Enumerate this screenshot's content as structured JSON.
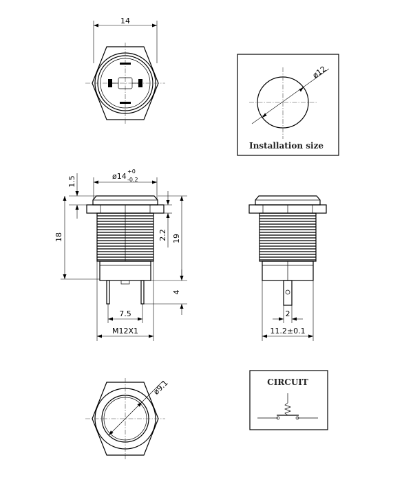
{
  "top_view": {
    "width_dim": "14"
  },
  "installation": {
    "diameter_dim": "ø12",
    "caption": "Installation size"
  },
  "side_view": {
    "head_thickness_dim": "1.5",
    "head_diameter_dim": "ø14",
    "head_tol_upper": "+0",
    "head_tol_lower": "-0.2",
    "total_length_dim": "18",
    "body_length_dim": "19",
    "nut_dim": "2.2",
    "terminal_length_dim": "4",
    "pin_spacing_dim": "7.5",
    "thread_dim": "M12X1"
  },
  "side_view_2": {
    "terminal_width_dim": "2",
    "body_width_dim": "11.2±0.1"
  },
  "bottom_view": {
    "diameter_dim": "ø9.1"
  },
  "circuit": {
    "title": "CIRCUIT"
  }
}
